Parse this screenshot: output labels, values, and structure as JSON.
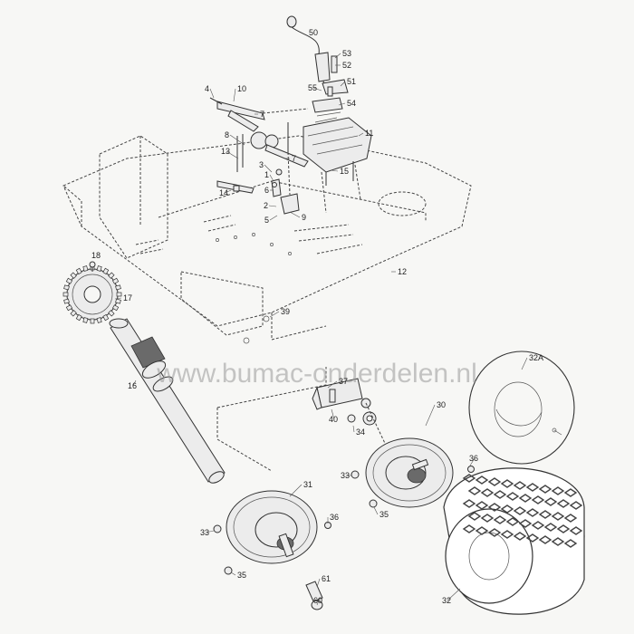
{
  "watermark": "www.bumac-onderdelen.nl",
  "highlight_color": "#c8102e",
  "highlighted_part": "38",
  "part_labels": [
    "50",
    "53",
    "52",
    "51",
    "55",
    "54",
    "11",
    "4",
    "10",
    "7",
    "8",
    "13",
    "3",
    "7",
    "15",
    "1",
    "6",
    "14",
    "2",
    "5",
    "9",
    "12",
    "18",
    "17",
    "39",
    "16",
    "37",
    "32A",
    "40",
    "34",
    "30",
    "33",
    "36",
    "35",
    "31",
    "33",
    "36",
    "35",
    "61",
    "60",
    "32"
  ]
}
